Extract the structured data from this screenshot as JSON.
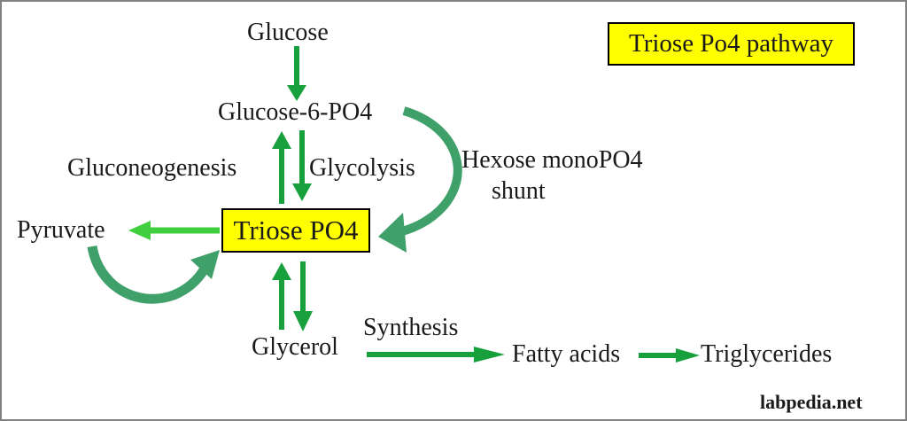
{
  "title_box": {
    "label": "Triose Po4 pathway",
    "bg": "#ffff00",
    "border": "#000000"
  },
  "watermark": "labpedia.net",
  "nodes": {
    "glucose": "Glucose",
    "glucose6po4": "Glucose-6-PO4",
    "triose_po4": "Triose PO4",
    "pyruvate": "Pyruvate",
    "glycerol": "Glycerol",
    "fatty_acids": "Fatty acids",
    "triglycerides": "Triglycerides"
  },
  "edge_labels": {
    "gluconeogenesis": "Gluconeogenesis",
    "glycolysis": "Glycolysis",
    "hexose_shunt_line1": "Hexose monoPO4",
    "hexose_shunt_line2": "shunt",
    "synthesis": "Synthesis"
  },
  "edges": [
    {
      "from": "Glucose",
      "to": "Glucose-6-PO4",
      "style": "straight"
    },
    {
      "from": "Glucose-6-PO4",
      "to": "Triose PO4",
      "label": "Glycolysis",
      "style": "straight"
    },
    {
      "from": "Triose PO4",
      "to": "Glucose-6-PO4",
      "label": "Gluconeogenesis",
      "style": "straight"
    },
    {
      "from": "Glucose-6-PO4",
      "to": "Triose PO4",
      "label": "Hexose monoPO4 shunt",
      "style": "curved"
    },
    {
      "from": "Triose PO4",
      "to": "Pyruvate",
      "style": "straight-light"
    },
    {
      "from": "Pyruvate",
      "to": "Triose PO4",
      "style": "curved"
    },
    {
      "from": "Triose PO4",
      "to": "Glycerol",
      "style": "straight"
    },
    {
      "from": "Glycerol",
      "to": "Triose PO4",
      "style": "straight"
    },
    {
      "from": "Glycerol",
      "to": "Fatty acids",
      "label": "Synthesis",
      "style": "straight"
    },
    {
      "from": "Fatty acids",
      "to": "Triglycerides",
      "style": "straight"
    }
  ],
  "colors": {
    "arrow_green": "#17a03c",
    "arrow_light_green": "#3fcf3f",
    "arrow_sea_green": "#3fa06a",
    "box_yellow": "#ffff00",
    "border_gray": "#828282",
    "text": "#1a1a1a"
  }
}
